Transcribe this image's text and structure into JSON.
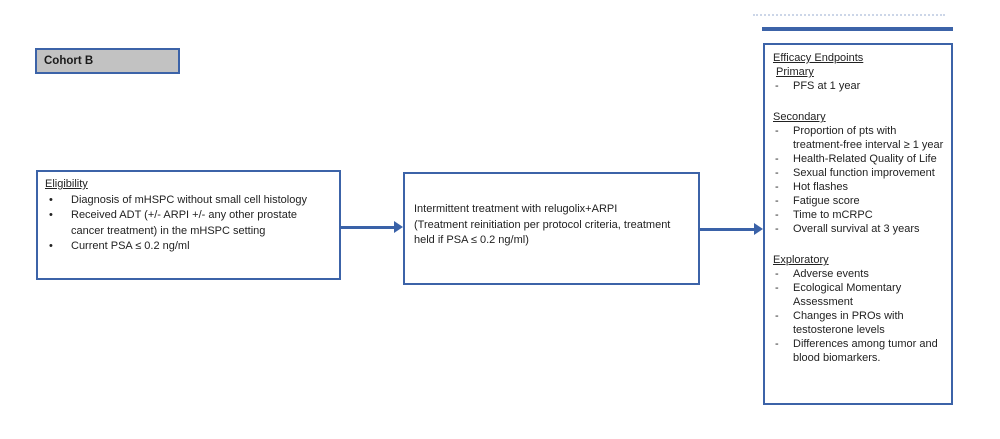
{
  "colors": {
    "border_blue": "#3c63a8",
    "arrow_blue": "#3a62a8",
    "cohort_fill": "#c2c2c2",
    "text": "#222222"
  },
  "glyphs": {
    "bullet": "•",
    "dash": "-"
  },
  "cohort_label": "Cohort B",
  "eligibility": {
    "title": "Eligibility",
    "items": [
      "Diagnosis of mHSPC without small cell histology",
      "Received ADT (+/- ARPI +/- any other prostate cancer treatment) in the mHSPC setting",
      "Current PSA ≤ 0.2 ng/ml"
    ]
  },
  "treatment": {
    "line1": "Intermittent treatment with relugolix+ARPI",
    "line2": "(Treatment reinitiation per protocol criteria, treatment held if PSA ≤ 0.2 ng/ml)"
  },
  "endpoints": {
    "title": "Efficacy Endpoints",
    "sections": [
      {
        "heading": "Primary",
        "items": [
          "PFS at 1 year"
        ]
      },
      {
        "heading": "Secondary",
        "items": [
          "Proportion of pts with treatment-free interval ≥ 1 year",
          "Health-Related Quality of Life",
          "Sexual function improvement",
          "Hot flashes",
          "Fatigue score",
          "Time to mCRPC",
          "Overall survival at 3 years"
        ]
      },
      {
        "heading": "Exploratory",
        "items": [
          "Adverse events",
          "Ecological Momentary Assessment",
          "Changes in PROs with testosterone levels",
          "Differences among tumor and blood biomarkers."
        ]
      }
    ]
  }
}
